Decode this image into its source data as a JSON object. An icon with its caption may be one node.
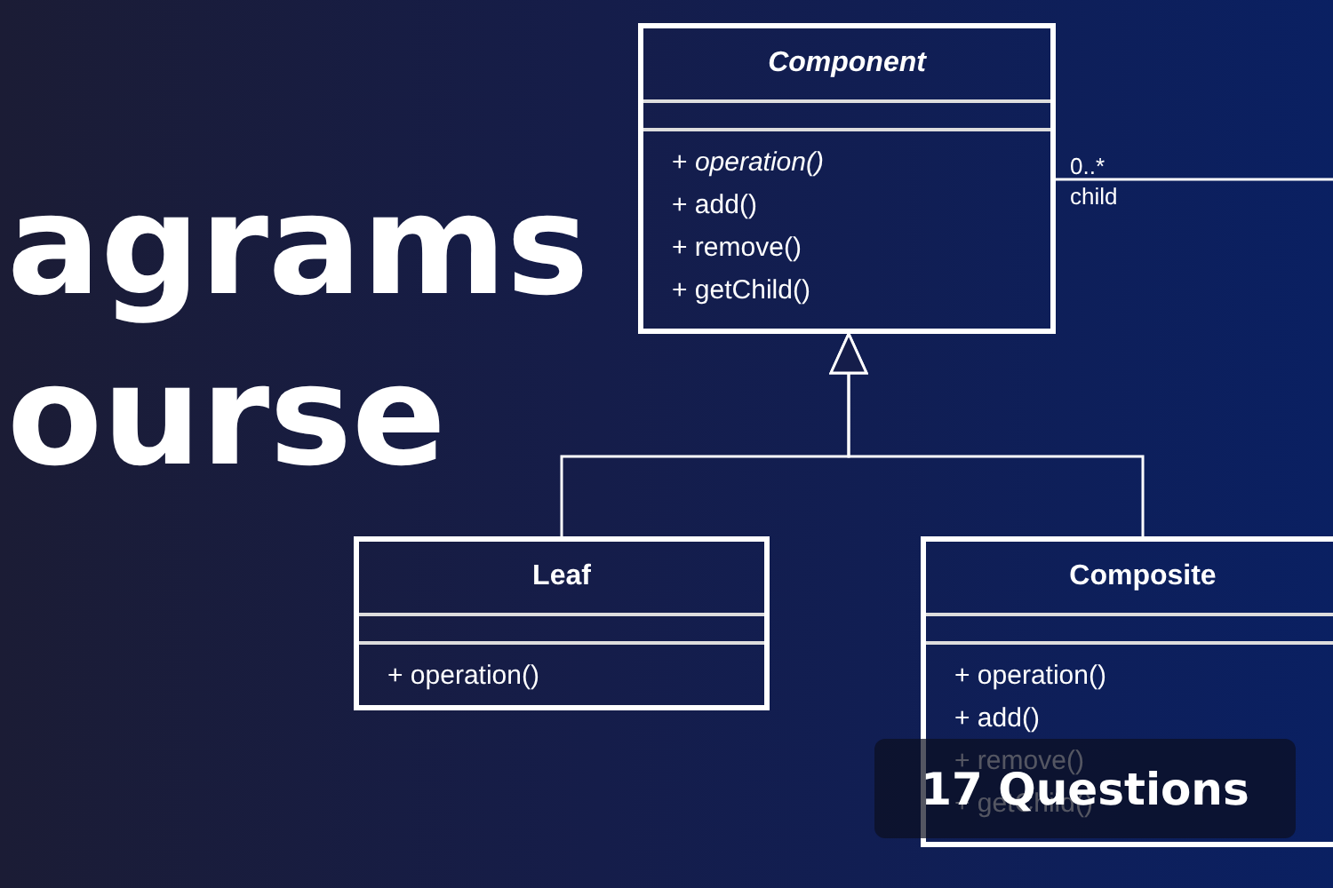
{
  "diagram": {
    "nodes": [
      {
        "text": [
          "*Component*",
          "+ *operation()*",
          "+ add()",
          "+ remove()",
          "+ getChild()"
        ]
      },
      {
        "text": [
          "Leaf",
          "+ operation()"
        ]
      },
      {
        "text": [
          "Composite",
          "+ operation()",
          "+ add()",
          "+ remove()",
          "+ getChild()"
        ]
      }
    ],
    "edges": [
      {
        "from": 1,
        "to": 0,
        "arrow": "to"
      },
      {
        "from": 2,
        "to": 0,
        "arrow": "to"
      },
      {
        "from": 0,
        "to": null,
        "arrow": "none",
        "label": "0..* child"
      }
    ],
    "labels": [
      "agrams",
      "ourse",
      "17 Questions"
    ]
  }
}
